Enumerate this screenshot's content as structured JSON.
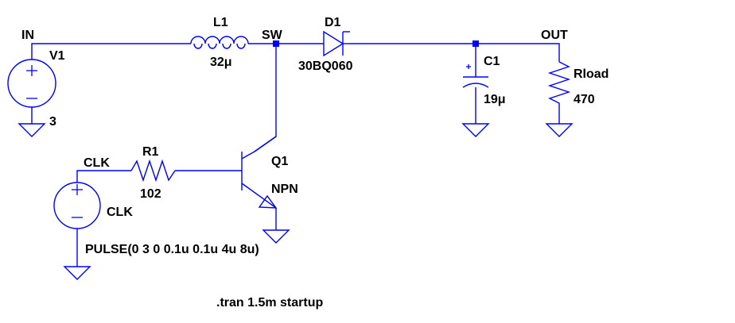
{
  "schematic": {
    "nets": {
      "in": "IN",
      "sw": "SW",
      "out": "OUT",
      "clk": "CLK"
    },
    "components": {
      "v1": {
        "ref": "V1",
        "value": "3"
      },
      "l1": {
        "ref": "L1",
        "value": "32μ"
      },
      "d1": {
        "ref": "D1",
        "value": "30BQ060"
      },
      "c1": {
        "ref": "C1",
        "value": "19μ"
      },
      "rload": {
        "ref": "Rload",
        "value": "470"
      },
      "r1": {
        "ref": "R1",
        "value": "102"
      },
      "q1": {
        "ref": "Q1",
        "value": "NPN"
      },
      "vclk": {
        "ref": "CLK",
        "value": "PULSE(0 3 0 0.1u 0.1u 4u 8u)"
      }
    },
    "directive": ".tran 1.5m startup",
    "colors": {
      "wire": "#0000ff",
      "text": "#000000",
      "background": "#ffffff"
    }
  }
}
